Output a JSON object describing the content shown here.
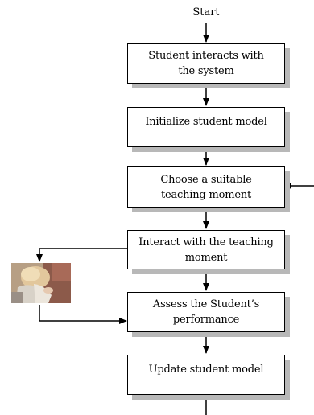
{
  "start_label": "Start",
  "steps": [
    {
      "lines": [
        "Student interacts with",
        "the system"
      ]
    },
    {
      "lines": [
        "Initialize student model"
      ]
    },
    {
      "lines": [
        "Choose a suitable",
        "teaching moment"
      ]
    },
    {
      "lines": [
        "Interact with the teaching",
        "moment"
      ]
    },
    {
      "lines": [
        "Assess the Student’s",
        "performance"
      ]
    },
    {
      "lines": [
        "Update student model"
      ]
    }
  ],
  "colors": {
    "stroke": "#000000",
    "shadow": "#b8b8b8",
    "fill": "#ffffff"
  },
  "image": {
    "icon": "photo-icon",
    "depicts": "person photograph"
  }
}
